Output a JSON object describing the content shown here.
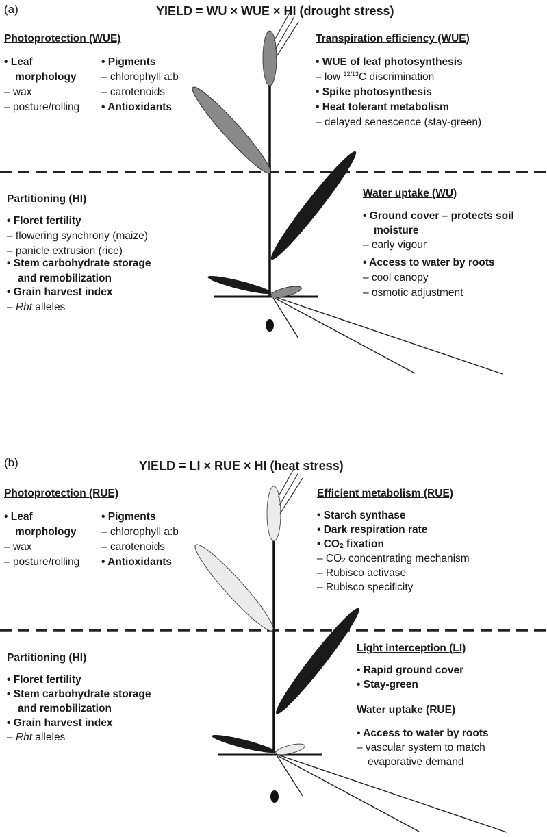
{
  "panel_a": {
    "label": "(a)",
    "title": "YIELD = WU × WUE × HI (drought stress)",
    "photoprotection": {
      "heading": "Photoprotection (WUE)",
      "leaf_1": "• Leaf",
      "leaf_2": "morphology",
      "wax": "– wax",
      "posture": "– posture/rolling",
      "pigments": "• Pigments",
      "chlorophyll": "– chlorophyll a:b",
      "carotenoids": "– carotenoids",
      "antioxidants": "• Antioxidants"
    },
    "transpiration": {
      "heading": "Transpiration efficiency (WUE)",
      "wue_leaf": "• WUE of leaf photosynthesis",
      "low_pre": "– low ",
      "low_sup": "12/13",
      "low_post": "C discrimination",
      "spike": "• Spike photosynthesis",
      "heat": "• Heat tolerant metabolism",
      "senescence": "– delayed senescence (stay-green)"
    },
    "partitioning": {
      "heading": "Partitioning (HI)",
      "floret": "• Floret fertility",
      "flowering": "– flowering synchrony (maize)",
      "panicle": "– panicle extrusion (rice)",
      "stem_1": "• Stem carbohydrate storage",
      "stem_2": "and remobilization",
      "grain": "• Grain harvest index",
      "rht_dash": "– ",
      "rht_italic": "Rht",
      "rht_rest": " alleles"
    },
    "water_uptake": {
      "heading": "Water uptake (WU)",
      "ground_1": "• Ground cover – protects soil",
      "ground_2": "moisture",
      "vigour": "– early vigour",
      "access": "• Access to water by roots",
      "cool": "– cool canopy",
      "osmotic": "– osmotic adjustment"
    },
    "colors": {
      "leaf": "#8a8a8a",
      "lower_leaf": "#1a1a1a"
    }
  },
  "panel_b": {
    "label": "(b)",
    "title": "YIELD = LI × RUE × HI (heat stress)",
    "photoprotection": {
      "heading": "Photoprotection (RUE)",
      "leaf_1": "• Leaf",
      "leaf_2": "morphology",
      "wax": "– wax",
      "posture": "– posture/rolling",
      "pigments": "• Pigments",
      "chlorophyll": "– chlorophyll a:b",
      "carotenoids": "– carotenoids",
      "antioxidants": "• Antioxidants"
    },
    "metabolism": {
      "heading": "Efficient metabolism (RUE)",
      "starch": "• Starch synthase",
      "dark": "• Dark respiration rate",
      "co2_pre": "• CO",
      "co2_sub": "2",
      "co2_post": " fixation",
      "ccm_pre": "– CO",
      "ccm_sub": "2",
      "ccm_post": " concentrating mechanism",
      "activase": "– Rubisco activase",
      "specificity": "– Rubisco specificity"
    },
    "partitioning": {
      "heading": "Partitioning (HI)",
      "floret": "• Floret fertility",
      "stem_1": "• Stem carbohydrate storage",
      "stem_2": "and remobilization",
      "grain": "• Grain harvest index",
      "rht_dash": "– ",
      "rht_italic": "Rht",
      "rht_rest": " alleles"
    },
    "light": {
      "heading": "Light interception (LI)",
      "rapid": "• Rapid ground cover",
      "stay": "• Stay-green"
    },
    "water_uptake": {
      "heading": "Water uptake (RUE)",
      "access": "• Access to water by roots",
      "vascular_1": "– vascular system to match",
      "vascular_2": "evaporative demand"
    },
    "colors": {
      "leaf": "#ececec",
      "lower_leaf": "#1a1a1a"
    }
  }
}
